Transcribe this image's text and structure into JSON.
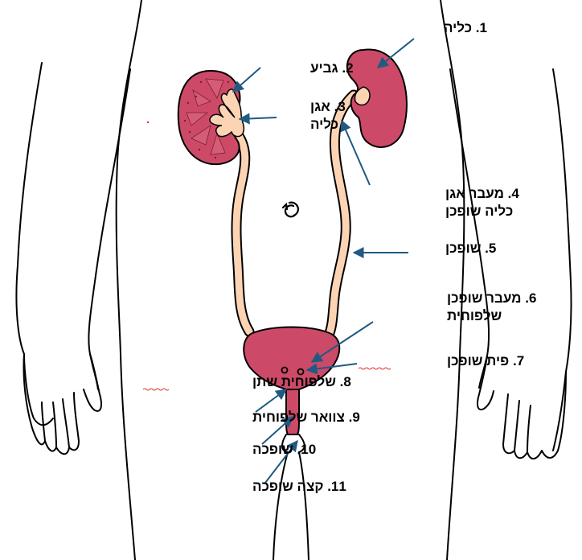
{
  "colors": {
    "kidney": "#cc4a68",
    "kidney_inner": "#d65c76",
    "pelvis": "#fcd4b4",
    "outline": "#000000",
    "arrow": "#1f5a82",
    "spellcheck": "#e03030"
  },
  "labels": [
    {
      "id": "1",
      "lines": [
        "1. כליה"
      ]
    },
    {
      "id": "2",
      "lines": [
        "2. גביע"
      ]
    },
    {
      "id": "3",
      "lines": [
        "3. אגן",
        "כליה"
      ]
    },
    {
      "id": "4",
      "lines": [
        "4. מעבר אגן",
        "כליה שופכן"
      ]
    },
    {
      "id": "5",
      "lines": [
        "5. שופכן"
      ]
    },
    {
      "id": "6",
      "lines": [
        "6. מעבר שופכן",
        "שלפוחית"
      ]
    },
    {
      "id": "7",
      "lines": [
        "7. פית שופכן"
      ]
    },
    {
      "id": "8",
      "lines": [
        "8. שלפוחית שתן"
      ]
    },
    {
      "id": "9",
      "lines": [
        "9. צוואר שלפוחית"
      ]
    },
    {
      "id": "10",
      "lines": [
        "10. שופכה"
      ]
    },
    {
      "id": "11",
      "lines": [
        "11. קצה שופכה"
      ]
    }
  ],
  "center_icon": "refresh-icon"
}
